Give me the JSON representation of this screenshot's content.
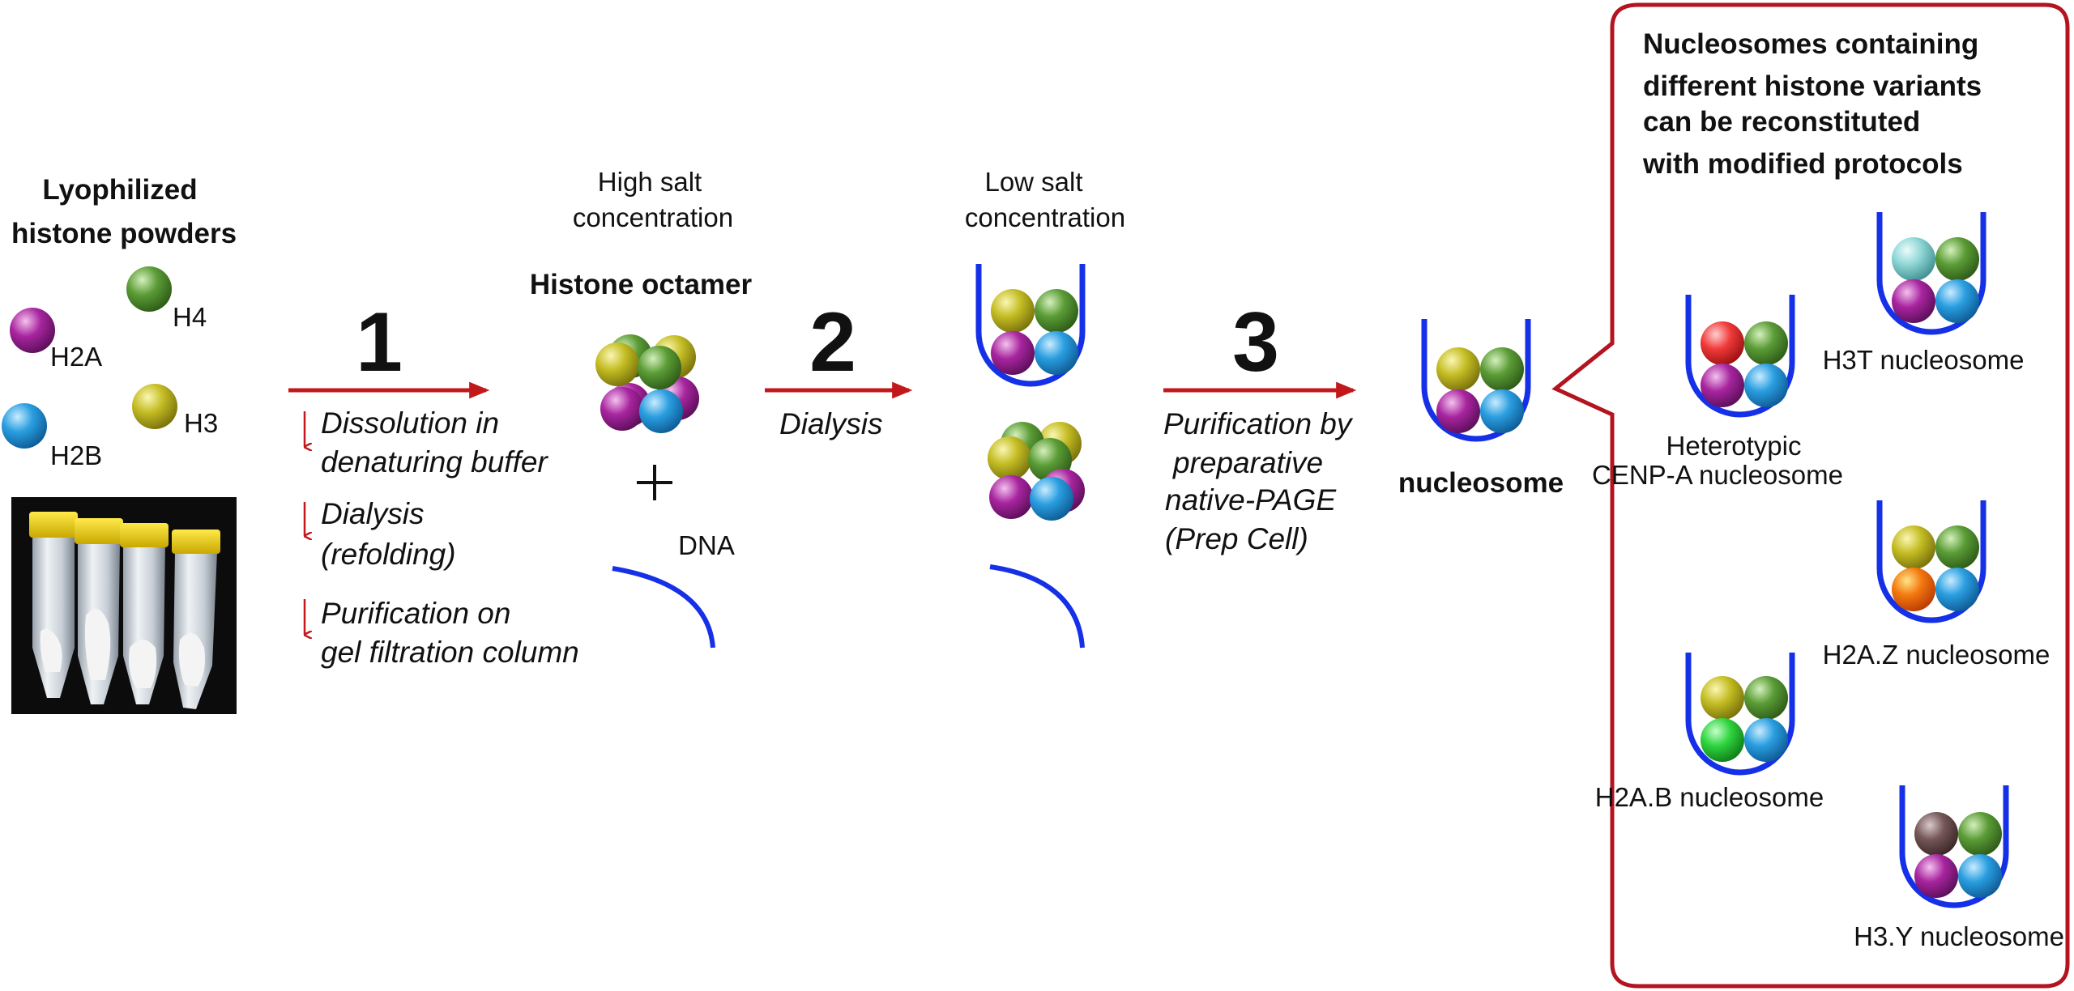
{
  "colors": {
    "arrow": "#c2181b",
    "dna": "#1530e6",
    "panel_border": "#b3141f",
    "H2A": "#8e1b8a",
    "H2B": "#1a8fd6",
    "H3": "#b8b21c",
    "H4": "#4f8f2e",
    "CENP-A": "#f03535",
    "H3T": "#7fd2d2",
    "H2A.Z": "#f06e0a",
    "H2A.B": "#2ad13a",
    "H3.Y": "#6e5252"
  },
  "powders": {
    "title_line1": "Lyophilized",
    "title_line2": "histone powders",
    "photo_description": "four conical tubes with yellow caps",
    "histones": [
      {
        "name": "H4",
        "label": "H4"
      },
      {
        "name": "H2A",
        "label": "H2A"
      },
      {
        "name": "H3",
        "label": "H3"
      },
      {
        "name": "H2B",
        "label": "H2B"
      }
    ]
  },
  "step1": {
    "number": "1",
    "substeps": [
      {
        "line1": "Dissolution in",
        "line2": "denaturing buffer"
      },
      {
        "line1": "Dialysis",
        "line2": "(refolding)"
      },
      {
        "line1": "Purification on",
        "line2": "gel filtration column"
      }
    ]
  },
  "octamer": {
    "condition_line1": "High salt",
    "condition_line2": "concentration",
    "title": "Histone octamer",
    "plus": "+",
    "dna_label": "DNA"
  },
  "step2": {
    "number": "2",
    "label": "Dialysis"
  },
  "low_salt": {
    "condition_line1": "Low salt",
    "condition_line2": "concentration"
  },
  "step3": {
    "number": "3",
    "line1": "Purification by",
    "line2": "preparative",
    "line3": "native-PAGE",
    "line4": "(Prep Cell)"
  },
  "product": {
    "label": "nucleosome"
  },
  "variants_panel": {
    "title_lines": [
      "Nucleosomes containing",
      "different histone variants",
      "can be reconstituted",
      "with modified protocols"
    ],
    "variants": [
      {
        "label_line1": "Heterotypic",
        "label_line2": "CENP-A nucleosome",
        "variant_histone": "CENP-A"
      },
      {
        "label_line1": "H3T nucleosome",
        "label_line2": "",
        "variant_histone": "H3T"
      },
      {
        "label_line1": "H2A.Z nucleosome",
        "label_line2": "",
        "variant_histone": "H2A.Z"
      },
      {
        "label_line1": "H2A.B nucleosome",
        "label_line2": "",
        "variant_histone": "H2A.B"
      },
      {
        "label_line1": "H3.Y nucleosome",
        "label_line2": "",
        "variant_histone": "H3.Y"
      }
    ]
  }
}
